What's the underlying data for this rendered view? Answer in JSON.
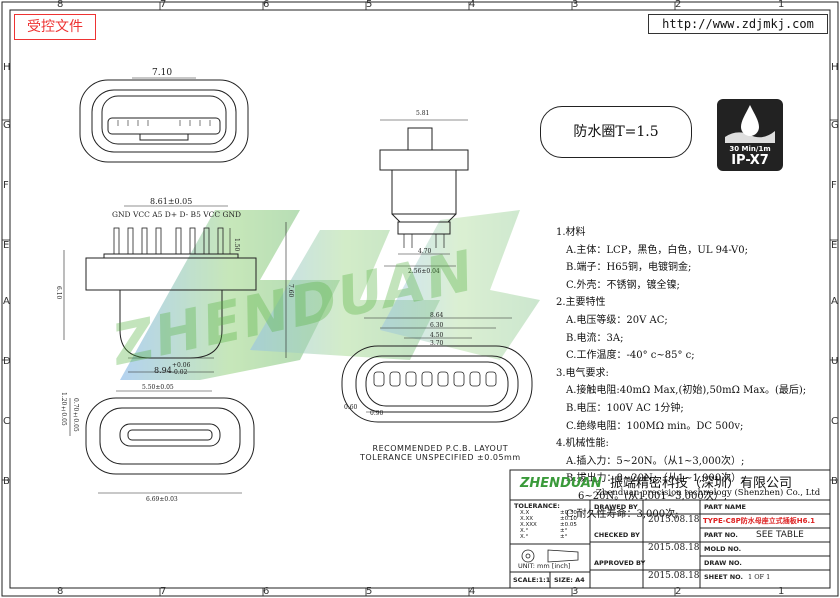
{
  "stamp": "受控文件",
  "url": "http://www.zdjmkj.com",
  "grid": {
    "top": [
      "8",
      "7",
      "6",
      "5",
      "4",
      "3",
      "2",
      "1"
    ],
    "bottom": [
      "8",
      "7",
      "6",
      "5",
      "4",
      "3",
      "2",
      "1"
    ],
    "left": [
      "H",
      "G",
      "F",
      "E",
      "A",
      "D",
      "C",
      "B"
    ],
    "right": [
      "H",
      "G",
      "F",
      "E",
      "A",
      "U",
      "C",
      "B"
    ]
  },
  "dims": {
    "top_view_width": "7.10",
    "side_width": "5.81",
    "front_overall": "8.61±0.05",
    "pin_labels": "GND VCC A5 D+  D- B5 VCC GND",
    "front_pin_gap": "1.50",
    "front_height_a": "6.10",
    "front_height_b": "7.60",
    "front_bottom": "8.94",
    "front_tol_plus": "+0.06",
    "front_tol_minus": "-0.02",
    "side_bottom_a": "4.70",
    "side_bottom_b": "2.56±0.04",
    "pcb_a": "8.64",
    "pcb_b": "6.30",
    "pcb_c": "4.50",
    "pcb_d": "3.70",
    "pcb_e": "0.60",
    "pcb_f": "0.90",
    "bottom_a": "5.50±0.05",
    "bottom_b": "6.69±0.03",
    "bottom_c": "1.20±0.05",
    "bottom_d": "0.70±0.05"
  },
  "seal_text": "防水圈T=1.5",
  "ip_badge": {
    "line1": "30 Min/1m",
    "line2": "IP-X7"
  },
  "watermark": "ZHENDUAN",
  "notes": [
    {
      "t": "1.材料",
      "c": "h"
    },
    {
      "t": "A.主体：LCP，黑色，白色，UL 94-V0;",
      "c": "i"
    },
    {
      "t": "B.端子：H65铜，电镀铜金;",
      "c": "i"
    },
    {
      "t": "C.外壳：不锈钢，镀全镍;",
      "c": "i"
    },
    {
      "t": "2.主要特性",
      "c": "h"
    },
    {
      "t": "A.电压等级：20V AC;",
      "c": "i"
    },
    {
      "t": "B.电流：3A;",
      "c": "i"
    },
    {
      "t": "C.工作温度：-40° c~85° c;",
      "c": "i"
    },
    {
      "t": "3.电气要求:",
      "c": "h"
    },
    {
      "t": "A.接触电阻:40mΩ Max,(初始),50mΩ Max。(最后);",
      "c": "i"
    },
    {
      "t": "B.电压：100V AC 1分钟;",
      "c": "i"
    },
    {
      "t": "C.绝缘电阻：100MΩ min。DC 500v;",
      "c": "i"
    },
    {
      "t": "4.机械性能:",
      "c": "h"
    },
    {
      "t": "A.插入力：5~20N。（从1~3,000次）;",
      "c": "i"
    },
    {
      "t": "B.拔出力：8~20N。（从1~1,000次）;",
      "c": "i"
    },
    {
      "t": "6~20N。(从1,001~3,000次）;",
      "c": "i2"
    },
    {
      "t": "C.耐久性寿命：3,000次;",
      "c": "i"
    }
  ],
  "pcb_text": {
    "line1": "RECOMMENDED  P.C.B. LAYOUT",
    "line2": "TOLERANCE UNSPECIFIED ±0.05mm"
  },
  "title_block": {
    "logo": "ZHENDUAN",
    "company_cn": "振端精密科技（深圳）有限公司",
    "company_en": "Zhenduan precision technology (Shenzhen) Co., Ltd",
    "tolerance_label": "TOLERANCE:",
    "tol_rows": [
      {
        "k": "X.X",
        "v": "±0.30"
      },
      {
        "k": "X.XX",
        "v": "±0.10"
      },
      {
        "k": "X.XXX",
        "v": "±0.05"
      },
      {
        "k": "X.°",
        "v": "±°"
      },
      {
        "k": "X.°",
        "v": "±°"
      }
    ],
    "unit": "UNIT: mm [inch]",
    "scale": "SCALE:1:1",
    "size": "SIZE: A4",
    "drawed_by_label": "DRAWED BY",
    "checked_by_label": "CHECKED BY",
    "approved_by_label": "APPROVED BY",
    "date1": "2015.08.18",
    "date2": "2015.08.18",
    "date3": "2015.08.18",
    "part_name_label": "PART NAME",
    "part_name": "TYPE-C8P防水母座立式插板H6.1",
    "part_no_label": "PART NO.",
    "part_no": "SEE TABLE",
    "mold_no_label": "MOLD NO.",
    "draw_no_label": "DRAW NO.",
    "sheet_no_label": "SHEET NO.",
    "sheet_no": "1 OF 1"
  }
}
